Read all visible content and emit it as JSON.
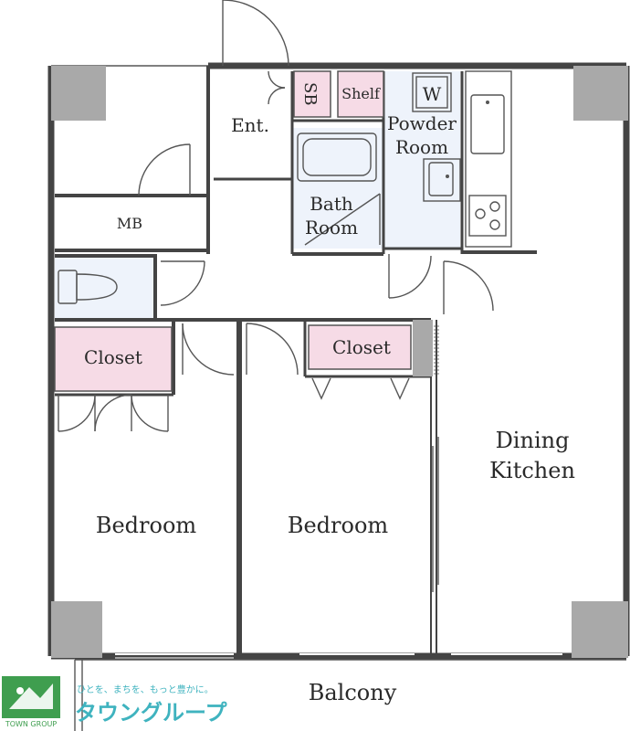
{
  "rooms": {
    "sb": "SB",
    "shelf": "Shelf",
    "washer": "W",
    "entrance": "Ent.",
    "powder_room_line1": "Powder",
    "powder_room_line2": "Room",
    "bath_room_line1": "Bath",
    "bath_room_line2": "Room",
    "mb": "MB",
    "closet_left": "Closet",
    "closet_middle": "Closet",
    "dining_kitchen_line1": "Dining",
    "dining_kitchen_line2": "Kitchen",
    "bedroom_left": "Bedroom",
    "bedroom_middle": "Bedroom",
    "balcony": "Balcony"
  },
  "logo": {
    "slogan": "ひとを、まちを、もっと豊かに。",
    "brand_jp": "タウングループ",
    "brand_en": "TOWN GROUP"
  },
  "colors": {
    "closet_fill": "#f6dbe6",
    "wet_area_fill": "#eef3fb",
    "pillar_fill": "#a9a9a9",
    "logo_green": "#3f9e4f",
    "brand_teal": "#3fb3bf"
  }
}
